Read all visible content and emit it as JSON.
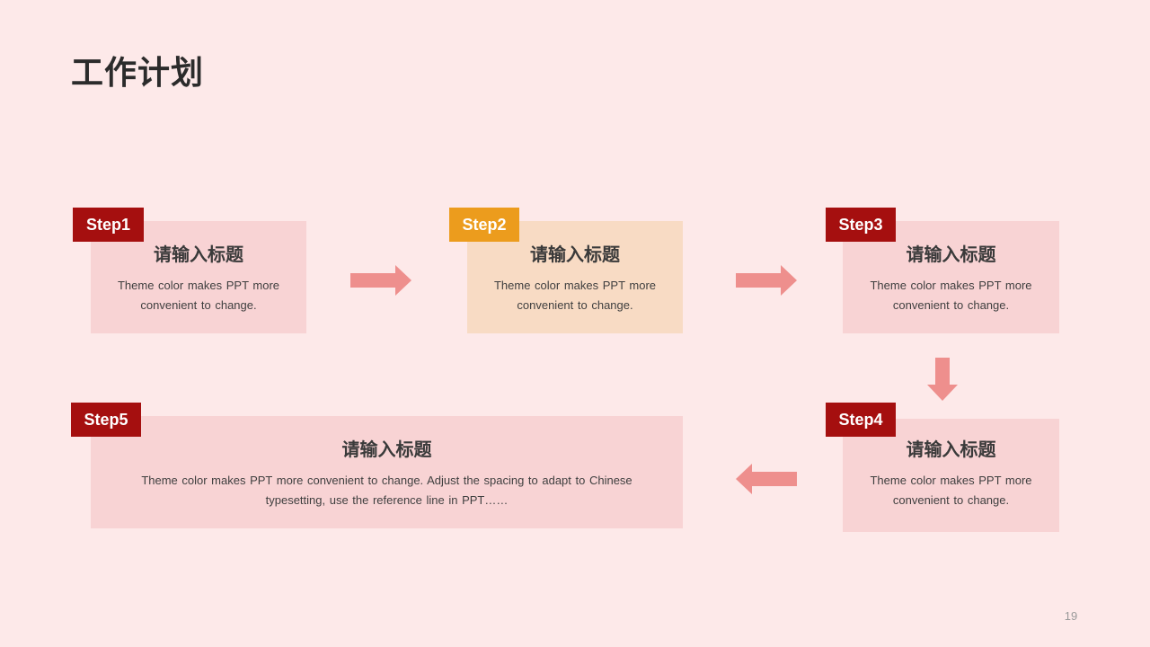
{
  "slide": {
    "title": "工作计划",
    "page_number": "19"
  },
  "colors": {
    "background": "#fde9e9",
    "card_pink": "#f8d3d4",
    "card_peach": "#f8dbc4",
    "badge_red": "#a50f0f",
    "badge_orange": "#ec9c1d",
    "arrow": "#ee8f8d"
  },
  "steps": [
    {
      "badge": "Step1",
      "title": "请输入标题",
      "text": "Theme  color makes PPT more convenient  to change."
    },
    {
      "badge": "Step2",
      "title": "请输入标题",
      "text": "Theme  color makes PPT more convenient  to change."
    },
    {
      "badge": "Step3",
      "title": "请输入标题",
      "text": "Theme  color makes PPT more convenient  to change."
    },
    {
      "badge": "Step4",
      "title": "请输入标题",
      "text": "Theme  color makes PPT more convenient  to change."
    },
    {
      "badge": "Step5",
      "title": "请输入标题",
      "text": "Theme  color makes PPT more convenient  to change. Adjust the spacing to adapt to Chinese typesetting, use  the reference line  in PPT……"
    }
  ],
  "arrows": [
    "arrow-right",
    "arrow-right",
    "arrow-down",
    "arrow-left"
  ]
}
